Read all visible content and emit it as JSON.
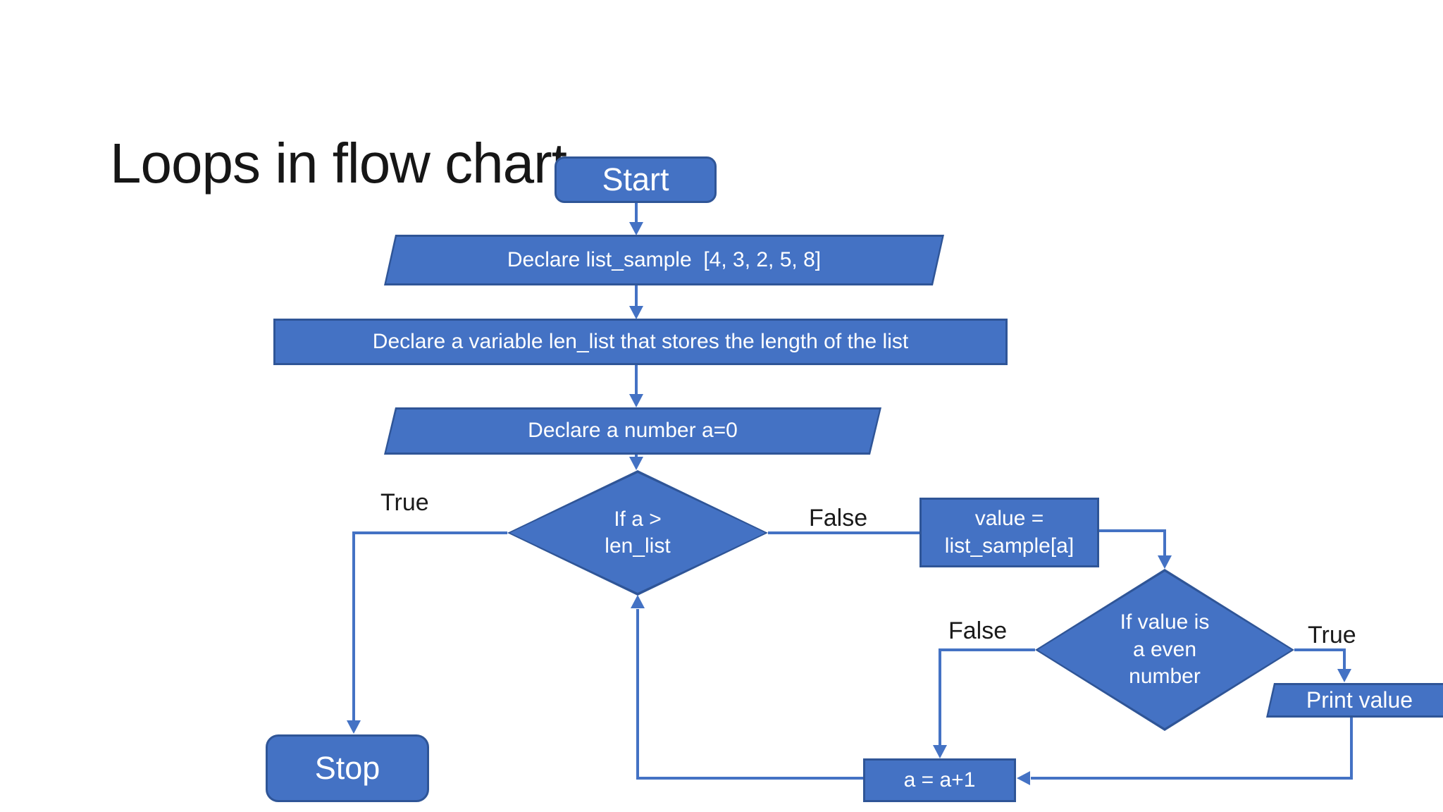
{
  "slide": {
    "title": "Loops in flow chart",
    "colors": {
      "shape_fill": "#4472C4",
      "shape_border": "#2F5597",
      "connector": "#4472C4",
      "shape_text": "#FFFFFF",
      "label_text": "#1A1A1A",
      "title_text": "#161616",
      "background": "#FFFFFF"
    },
    "nodes": {
      "start": {
        "type": "terminator",
        "label": "Start"
      },
      "declare_list": {
        "type": "input-output",
        "label": "Declare list_sample  [4, 3, 2, 5, 8]"
      },
      "declare_len_list": {
        "type": "process",
        "label": "Declare a variable len_list that stores the length of the list"
      },
      "declare_a": {
        "type": "input-output",
        "label": "Declare a number a=0"
      },
      "loop_check": {
        "type": "decision",
        "line1": "If a >",
        "line2": "len_list"
      },
      "assign_value": {
        "type": "process",
        "line1": "value =",
        "line2": "list_sample[a]"
      },
      "even_check": {
        "type": "decision",
        "line1": "If value is",
        "line2": "a even",
        "line3": "number"
      },
      "print_value": {
        "type": "input-output",
        "label": "Print value"
      },
      "increment": {
        "type": "process",
        "label": "a = a+1"
      },
      "stop": {
        "type": "terminator",
        "label": "Stop"
      }
    },
    "edge_labels": {
      "loop_true": "True",
      "loop_false": "False",
      "even_false": "False",
      "even_true": "True"
    },
    "edges": [
      {
        "from": "start",
        "to": "declare_list",
        "label": ""
      },
      {
        "from": "declare_list",
        "to": "declare_len_list",
        "label": ""
      },
      {
        "from": "declare_len_list",
        "to": "declare_a",
        "label": ""
      },
      {
        "from": "declare_a",
        "to": "loop_check",
        "label": ""
      },
      {
        "from": "loop_check",
        "to": "stop",
        "label": "True"
      },
      {
        "from": "loop_check",
        "to": "assign_value",
        "label": "False"
      },
      {
        "from": "assign_value",
        "to": "even_check",
        "label": ""
      },
      {
        "from": "even_check",
        "to": "print_value",
        "label": "True"
      },
      {
        "from": "even_check",
        "to": "increment",
        "label": "False"
      },
      {
        "from": "print_value",
        "to": "increment",
        "label": ""
      },
      {
        "from": "increment",
        "to": "loop_check",
        "label": ""
      }
    ]
  }
}
